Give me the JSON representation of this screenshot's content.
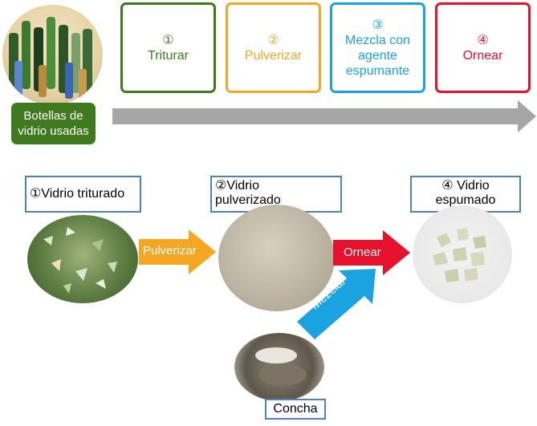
{
  "source_label": "Botellas de\nvidrio usadas",
  "steps": [
    {
      "num": "①",
      "label": "Triturar",
      "color": "#3f7a1f"
    },
    {
      "num": "②",
      "label": "Pulverizar",
      "color": "#f5a623"
    },
    {
      "num": "③",
      "label": "Mezcla con\nagente\nespumante",
      "color": "#1aa3e0"
    },
    {
      "num": "④",
      "label": "Ornear",
      "color": "#e8112d"
    }
  ],
  "products": {
    "crushed": "①Vidrio triturado",
    "powder": "②Vidrio\npulverizado",
    "foamed": "④ Vidrio\nespumado",
    "shell": "Concha"
  },
  "arrows": {
    "pulverize": "Pulverizar",
    "bake": "Ornear",
    "mix": "Mezclar"
  }
}
